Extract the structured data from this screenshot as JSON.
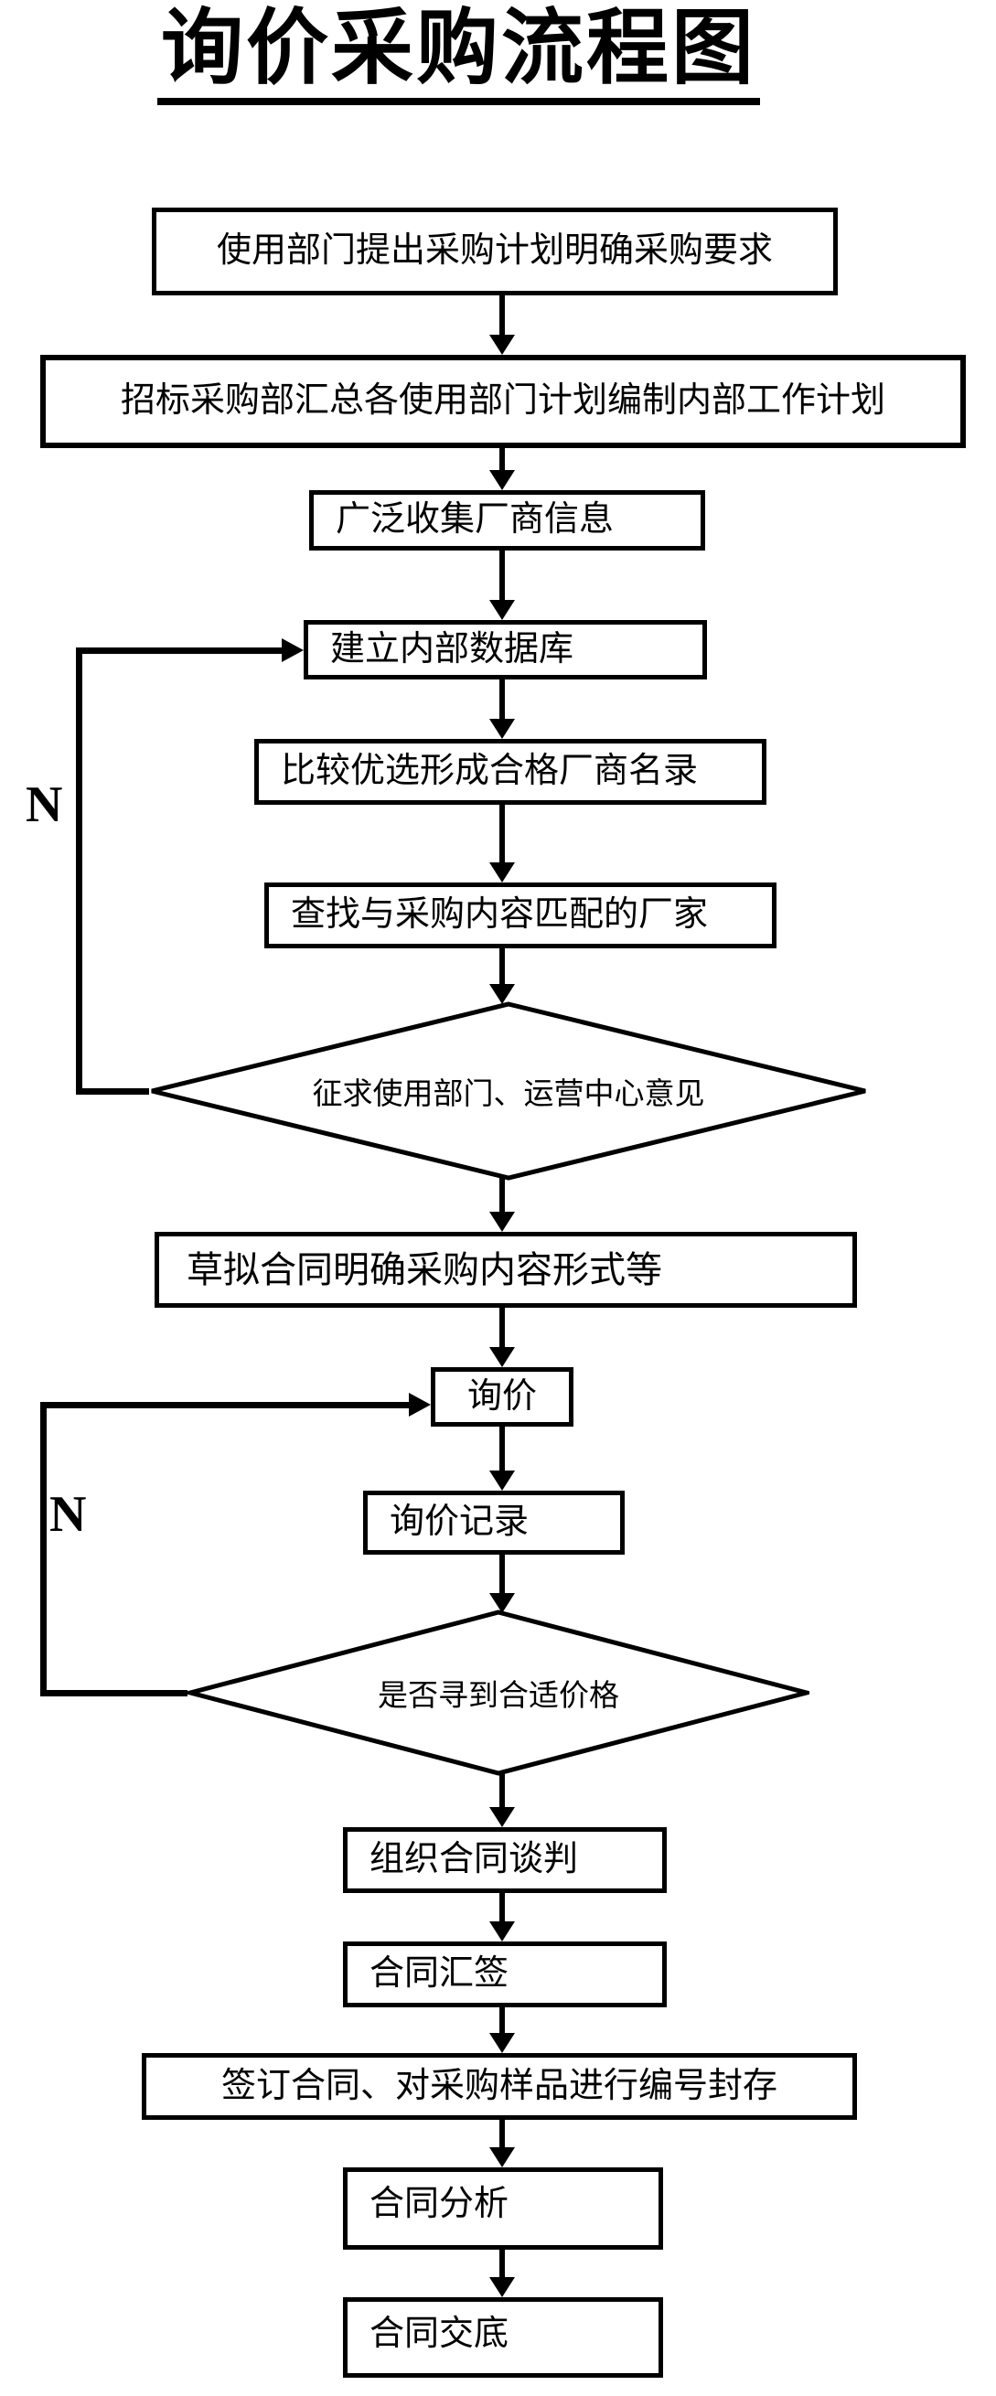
{
  "title": "询价采购流程图",
  "nodes": [
    {
      "type": "process",
      "label": "使用部门提出采购计划明确采购要求"
    },
    {
      "type": "process",
      "label": "招标采购部汇总各使用部门计划编制内部工作计划"
    },
    {
      "type": "process",
      "label": "广泛收集厂商信息"
    },
    {
      "type": "process",
      "label": "建立内部数据库"
    },
    {
      "type": "process",
      "label": "比较优选形成合格厂商名录"
    },
    {
      "type": "process",
      "label": "查找与采购内容匹配的厂家"
    },
    {
      "type": "decision",
      "label": "征求使用部门、运营中心意见"
    },
    {
      "type": "process",
      "label": "草拟合同明确采购内容形式等"
    },
    {
      "type": "process",
      "label": "询价"
    },
    {
      "type": "process",
      "label": "询价记录"
    },
    {
      "type": "decision",
      "label": "是否寻到合适价格"
    },
    {
      "type": "process",
      "label": "组织合同谈判"
    },
    {
      "type": "process",
      "label": "合同汇签"
    },
    {
      "type": "process",
      "label": "签订合同、对采购样品进行编号封存"
    },
    {
      "type": "process",
      "label": "合同分析"
    },
    {
      "type": "process",
      "label": "合同交底"
    }
  ],
  "labels": {
    "no_loop_1": "N",
    "no_loop_2": "N"
  },
  "edges": [
    {
      "from": 0,
      "to": 1
    },
    {
      "from": 1,
      "to": 2
    },
    {
      "from": 2,
      "to": 3
    },
    {
      "from": 3,
      "to": 4
    },
    {
      "from": 4,
      "to": 5
    },
    {
      "from": 5,
      "to": 6
    },
    {
      "from": 6,
      "to": 7
    },
    {
      "from": 7,
      "to": 8
    },
    {
      "from": 8,
      "to": 9
    },
    {
      "from": 9,
      "to": 10
    },
    {
      "from": 10,
      "to": 11
    },
    {
      "from": 11,
      "to": 12
    },
    {
      "from": 12,
      "to": 13
    },
    {
      "from": 13,
      "to": 14
    },
    {
      "from": 14,
      "to": 15
    },
    {
      "from": 6,
      "to": 3,
      "label": "N"
    },
    {
      "from": 10,
      "to": 8,
      "label": "N"
    }
  ],
  "colors": {
    "line": "#000000",
    "background": "#ffffff",
    "text": "#000000"
  }
}
